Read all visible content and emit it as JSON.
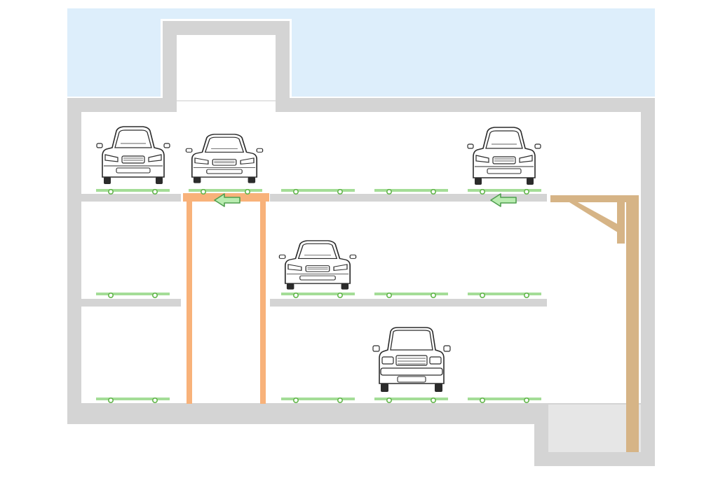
{
  "diagram": {
    "type": "automated-parking-system-cross-section",
    "colors": {
      "sky": "#ddeefb",
      "structure": "#d4d4d4",
      "interior": "#ffffff",
      "pit_floor": "#e6e6e6",
      "elevator": "#f8b27a",
      "crane": "#d6b486",
      "pallet": "#a4dd97",
      "pallet_dot": "#63b64c",
      "arrow_fill": "#b9ecb0",
      "arrow_stroke": "#4f9e4f",
      "car_line": "#2b2b2b"
    },
    "levels": [
      {
        "name": "upper-level",
        "pallets": 5,
        "cars": 3,
        "arrows": 2
      },
      {
        "name": "middle-level",
        "pallets": 4,
        "cars": 1,
        "arrows": 0
      },
      {
        "name": "lower-level",
        "pallets": 4,
        "cars": 1,
        "arrows": 0
      }
    ],
    "car_icons": [
      "car-front-icon",
      "car-front-icon",
      "car-front-icon",
      "car-front-icon",
      "suv-front-icon"
    ],
    "arrow_icon": "arrow-left-icon",
    "elements": [
      "entrance-shaft",
      "elevator-lift",
      "crane-arm",
      "pit"
    ]
  }
}
